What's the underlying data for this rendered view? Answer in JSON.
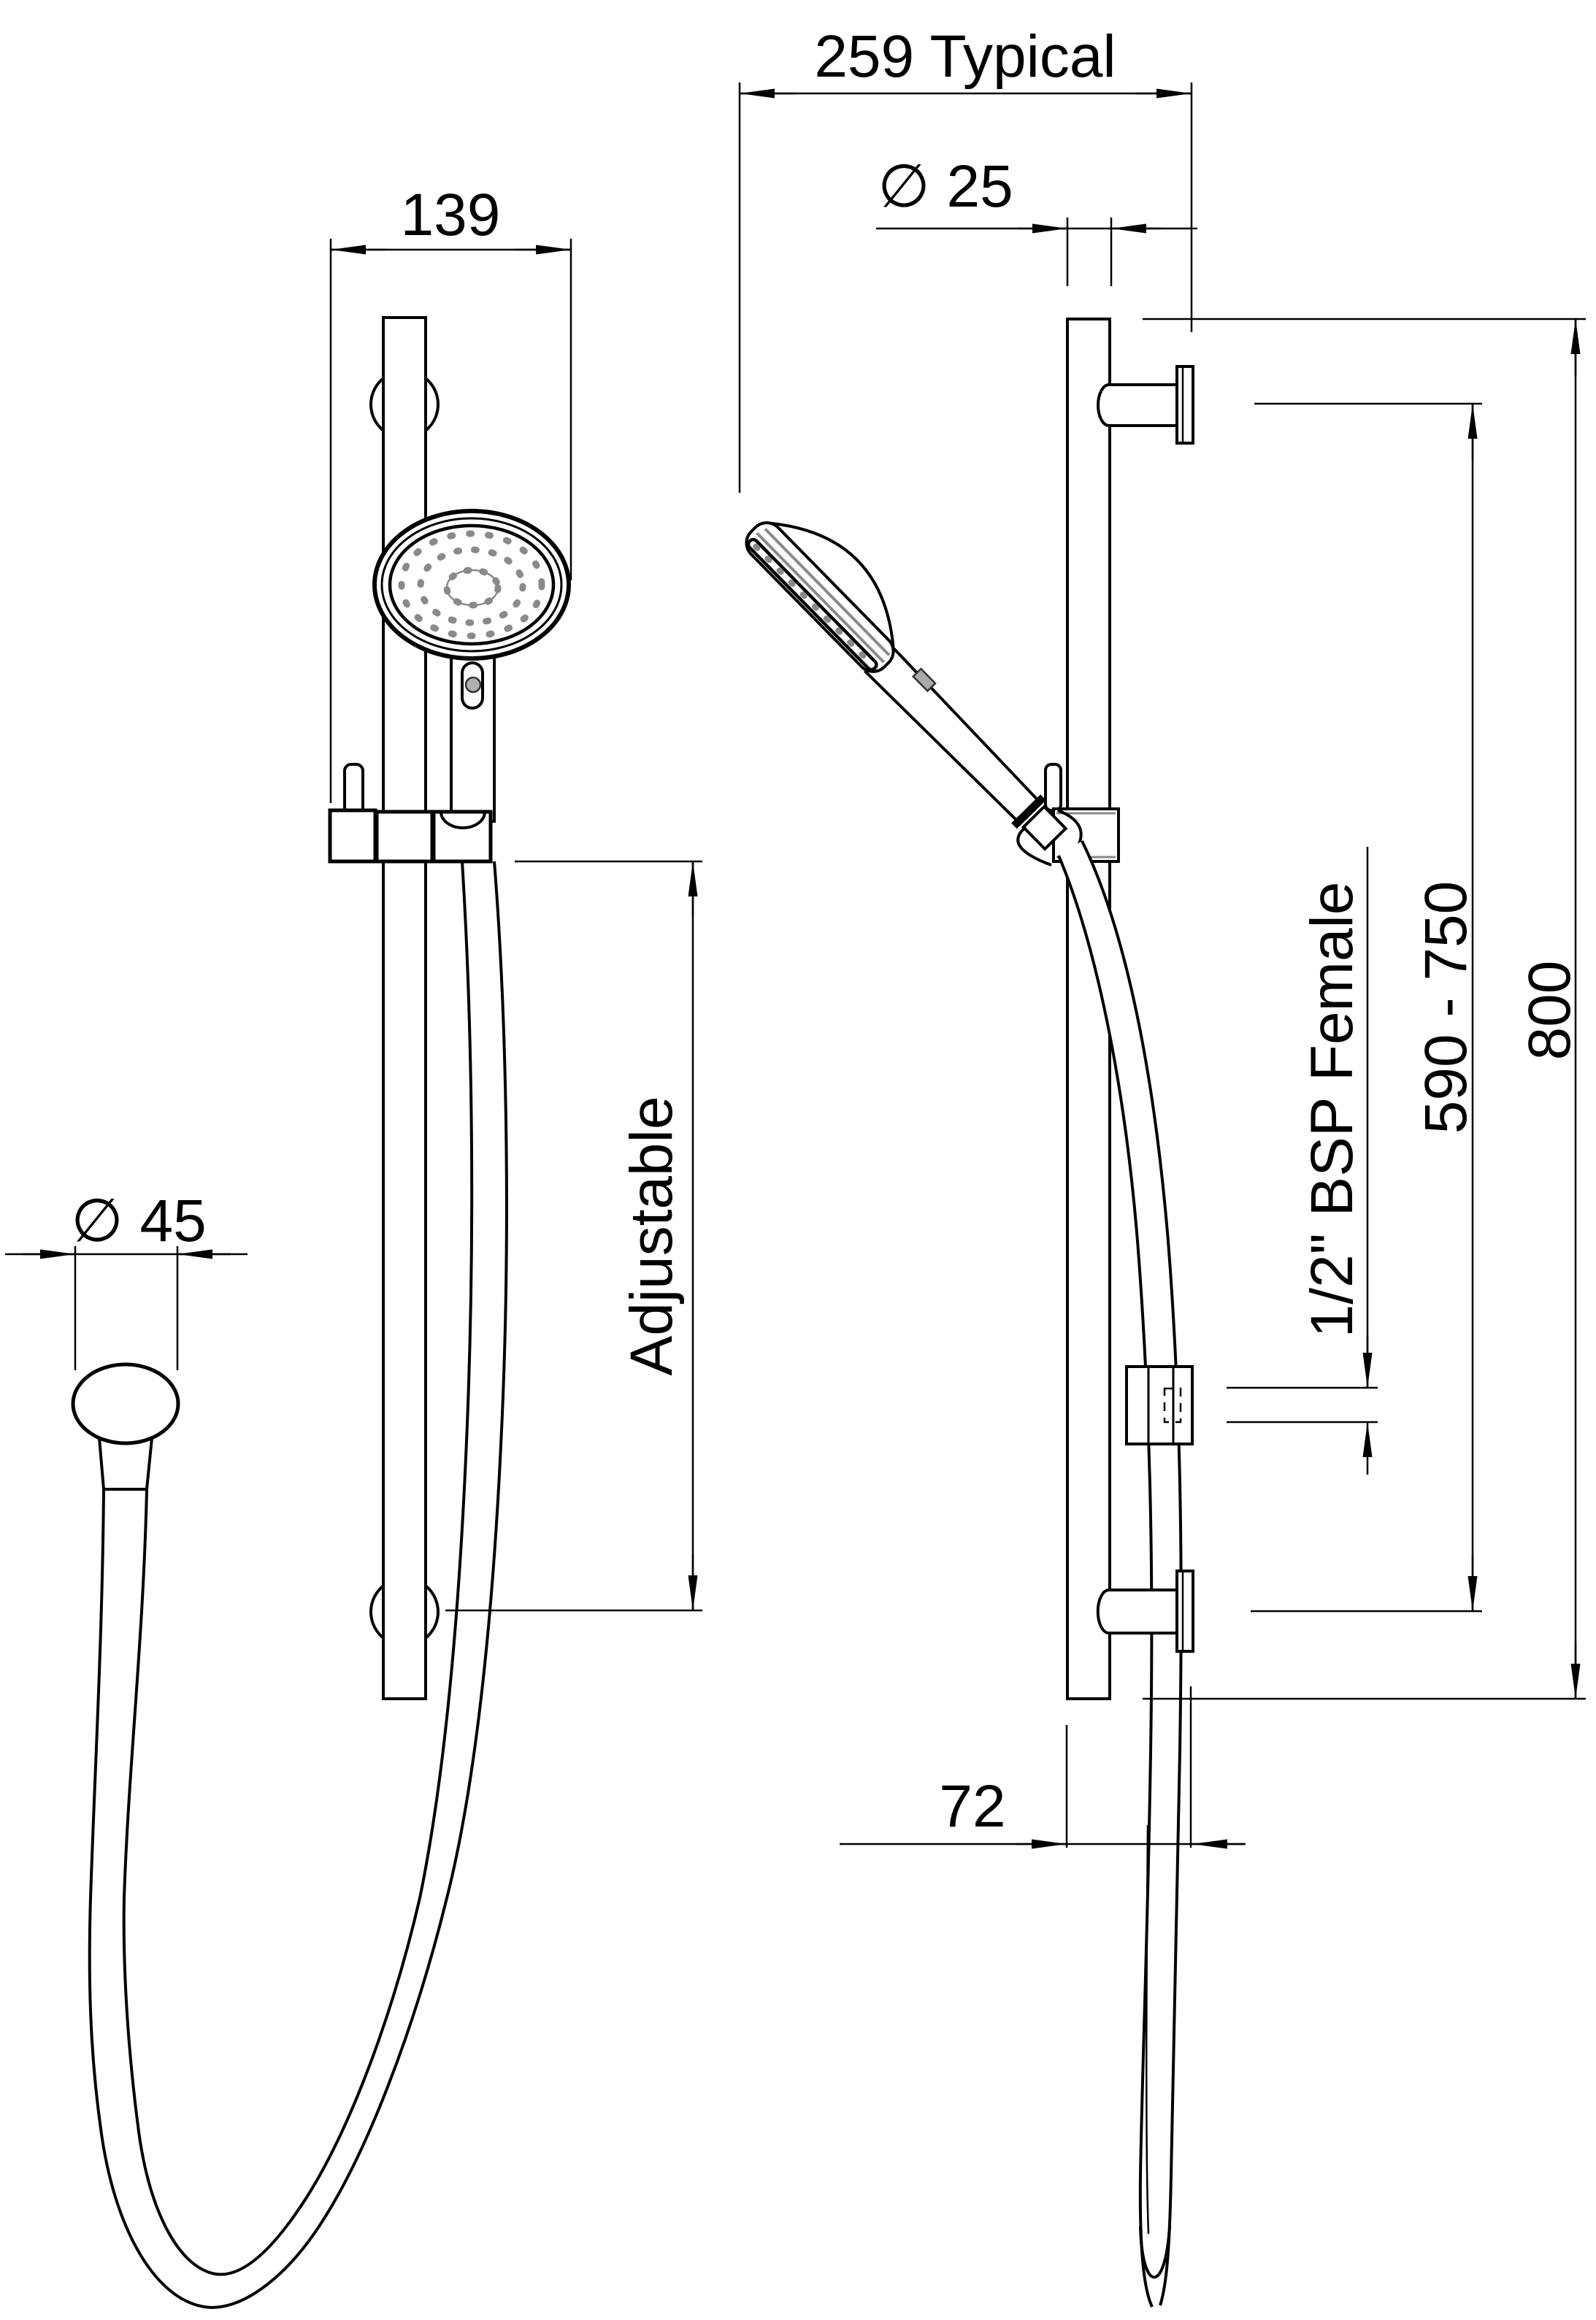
{
  "drawing": {
    "title": "rail-shower-dimension-drawing",
    "units": "mm",
    "line_color": "#000000",
    "accent_gray": "#8a8a8a",
    "background": "#ffffff"
  },
  "labels": {
    "bracket_width": "139",
    "wall_offset_typical": "259 Typical",
    "rail_diameter": "∅ 25",
    "hose_fitting_diameter": "∅ 45",
    "slider_travel": "Adjustable",
    "inlet_thread": "1/2\" BSP Female",
    "bracket_spacing": "590 - 750",
    "rail_length": "800",
    "rail_to_wall": "72"
  }
}
